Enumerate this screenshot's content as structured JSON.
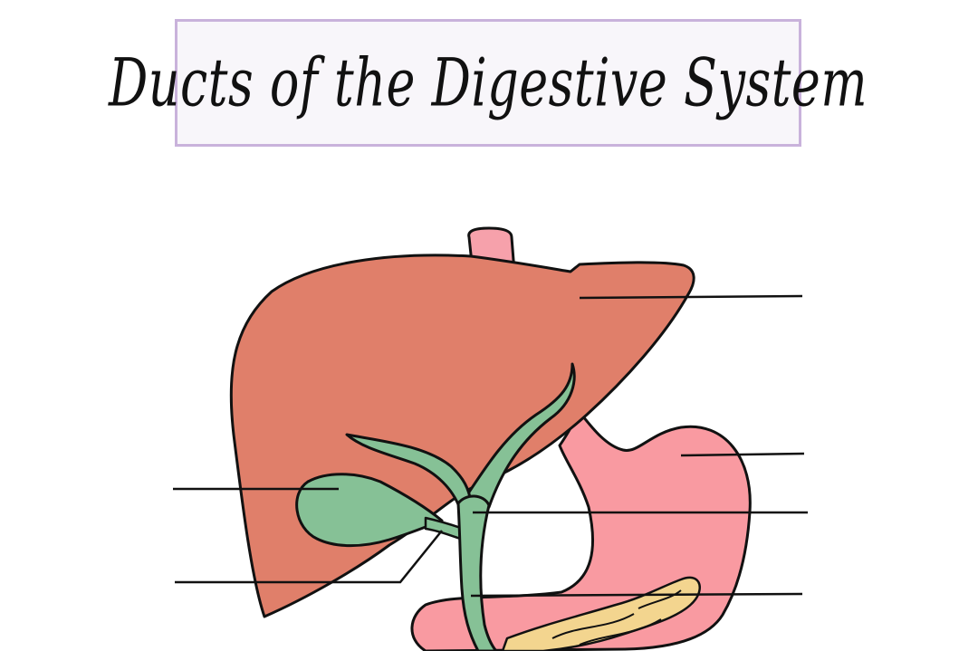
{
  "title": "Ducts of the Digestive System",
  "colors": {
    "liver": "#e07f6a",
    "stomach": "#f99aa1",
    "esophagus": "#f6a1ab",
    "gallbladder_ducts": "#86c196",
    "pancreas": "#f3d58f",
    "outline": "#111111",
    "title_border": "#c9b2db",
    "title_background": "#f8f6fa"
  },
  "labels": [
    {
      "points_to": "liver",
      "text": ""
    },
    {
      "points_to": "stomach",
      "text": ""
    },
    {
      "points_to": "gallbladder",
      "text": ""
    },
    {
      "points_to": "common hepatic duct",
      "text": ""
    },
    {
      "points_to": "cystic duct",
      "text": ""
    },
    {
      "points_to": "common bile duct",
      "text": ""
    }
  ]
}
